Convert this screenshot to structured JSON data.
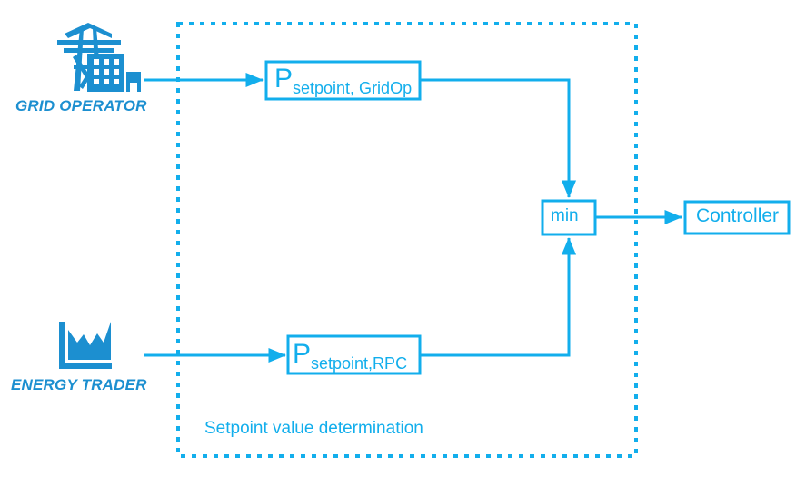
{
  "diagram": {
    "title": "Setpoint value determination",
    "colors": {
      "primary": "#12AEEC",
      "icon_fill": "#1C8FD0",
      "background": "#FFFFFF"
    },
    "container": {
      "caption": "Setpoint value determination",
      "border_style": "dotted"
    },
    "actors": [
      {
        "id": "grid-operator",
        "label": "GRID OPERATOR",
        "icon": "transmission-tower-icon"
      },
      {
        "id": "energy-trader",
        "label": "ENERGY TRADER",
        "icon": "area-chart-icon"
      }
    ],
    "blocks": [
      {
        "id": "setpoint-gridop",
        "symbol": "P",
        "subscript": "setpoint, GridOp"
      },
      {
        "id": "setpoint-rpc",
        "symbol": "P",
        "subscript": "setpoint,RPC"
      },
      {
        "id": "min-block",
        "label": "min"
      },
      {
        "id": "controller-block",
        "label": "Controller"
      }
    ],
    "connections": [
      {
        "from": "grid-operator",
        "to": "setpoint-gridop"
      },
      {
        "from": "energy-trader",
        "to": "setpoint-rpc"
      },
      {
        "from": "setpoint-gridop",
        "to": "min-block"
      },
      {
        "from": "setpoint-rpc",
        "to": "min-block"
      },
      {
        "from": "min-block",
        "to": "controller-block"
      }
    ]
  }
}
